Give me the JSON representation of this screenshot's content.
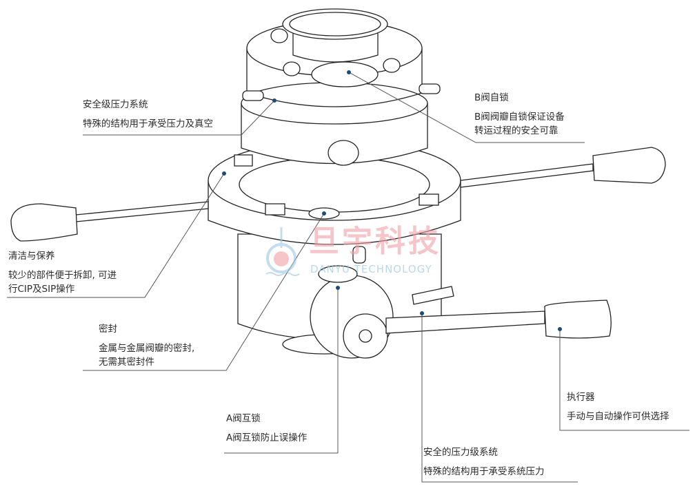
{
  "callouts": [
    {
      "title": "安全级压力系统",
      "lines": [
        "特殊的结构用于承受压力及真空"
      ]
    },
    {
      "title": "B阀自锁",
      "lines": [
        "B阀阀瓣自锁保证设备",
        "转运过程的安全可靠"
      ]
    },
    {
      "title": "清洁与保养",
      "lines": [
        "较少的部件便于拆卸, 可进",
        "行CIP及SIP操作"
      ]
    },
    {
      "title": "密封",
      "lines": [
        "金属与金属阀瓣的密封,",
        "无需其密封件"
      ]
    },
    {
      "title": "A阀互锁",
      "lines": [
        "A阀互锁防止误操作"
      ]
    },
    {
      "title": "安全的压力级系统",
      "lines": [
        "特殊的结构用于承受系统压力"
      ]
    },
    {
      "title": "执行器",
      "lines": [
        "手动与自动操作可供选择"
      ]
    }
  ],
  "watermark": {
    "cn": "旦宇科技",
    "en": "DANYU TECHNOLOGY"
  },
  "colors": {
    "leader": "#555555",
    "dot": "#1e4a7a",
    "wm_red": "#f0a0a8",
    "wm_blue": "#9cc8e6"
  }
}
